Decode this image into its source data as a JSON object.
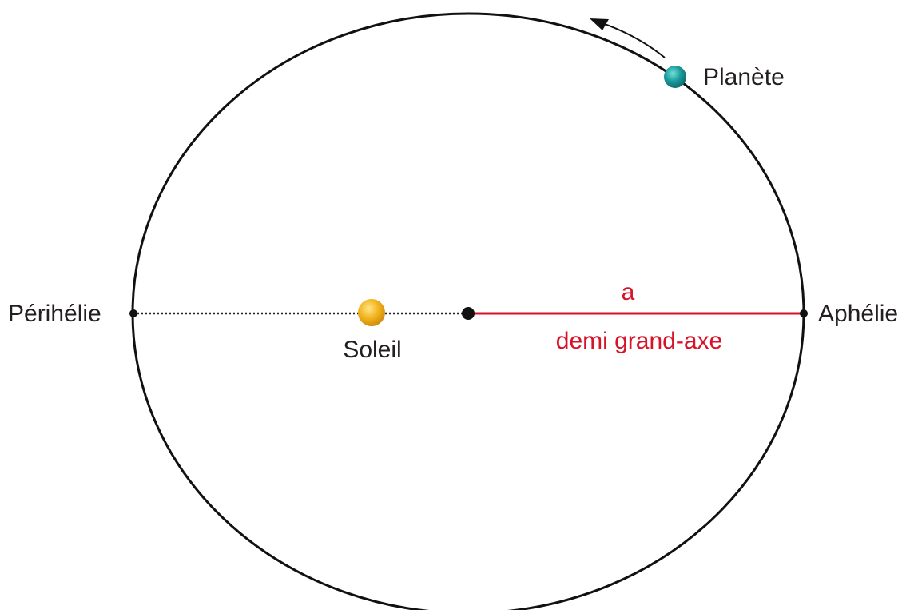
{
  "labels": {
    "planet": "Planète",
    "perihelion": "Périhélie",
    "aphelion": "Aphélie",
    "sun": "Soleil",
    "semi_major_symbol": "a",
    "semi_major_name": "demi grand-axe"
  },
  "colors": {
    "orbit": "#111111",
    "semi_major_axis": "#d7132a",
    "sun": "#f2b51e",
    "planet": "#1a9a9a",
    "text": "#231f20"
  }
}
